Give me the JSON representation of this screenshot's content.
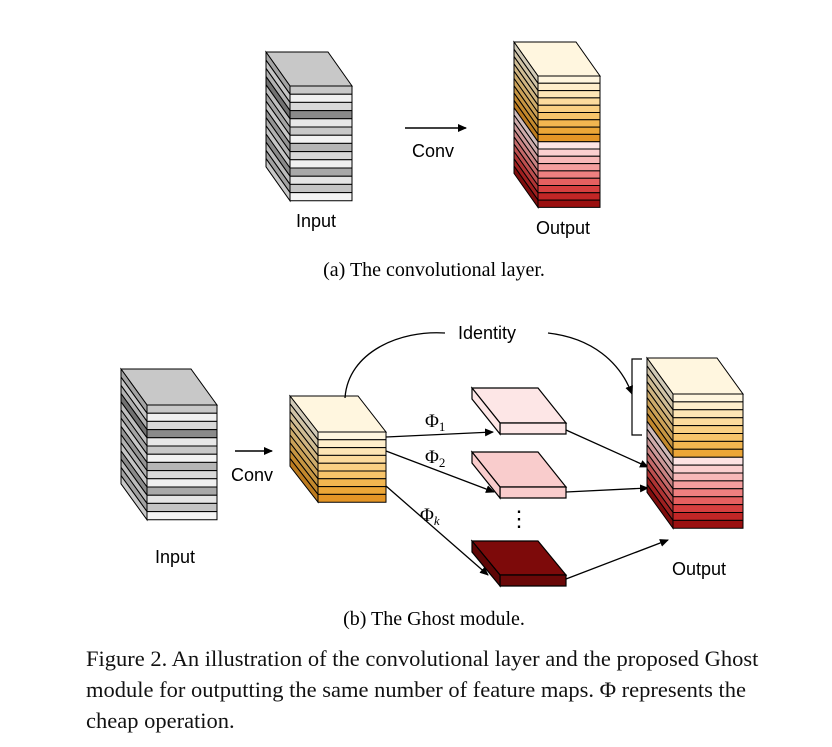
{
  "panel_a": {
    "input_label": "Input",
    "output_label": "Output",
    "op_label": "Conv",
    "subcaption": "(a) The convolutional layer."
  },
  "panel_b": {
    "input_label": "Input",
    "output_label": "Output",
    "op_label": "Conv",
    "identity_label": "Identity",
    "phi_1": "Φ",
    "phi_1_sub": "1",
    "phi_2": "Φ",
    "phi_2_sub": "2",
    "phi_k": "Φ",
    "phi_k_sub": "k",
    "ellipsis": "⋮",
    "subcaption": "(b) The Ghost module."
  },
  "caption": "Figure 2. An illustration of the convolutional layer and the proposed Ghost module for outputting the same number of feature maps. Φ represents the cheap operation.",
  "colors": {
    "input_grays": [
      "#c8c8c8",
      "#f0f0f0",
      "#d8d8d8",
      "#8a8a8a",
      "#e8e8e8",
      "#c8c8c8",
      "#f2f2f2",
      "#b5b5b5",
      "#d8d8d8",
      "#f0f0f0",
      "#a8a8a8",
      "#e4e4e4",
      "#c4c4c4",
      "#f4f4f4"
    ],
    "orange_scale": [
      "#fff6df",
      "#feeecb",
      "#fde5b5",
      "#fcdb9d",
      "#fad083",
      "#f7c46a",
      "#f2b650",
      "#eca637",
      "#e49526"
    ],
    "red_scale": [
      "#fde4e4",
      "#fbd0d0",
      "#f8b9b9",
      "#f59e9e",
      "#ee8080",
      "#e56060",
      "#d63f3f",
      "#c12626",
      "#9a1010"
    ],
    "ghost_1": "#fde6e6",
    "ghost_2": "#f9cccc",
    "ghost_k": "#7d0a0a"
  }
}
